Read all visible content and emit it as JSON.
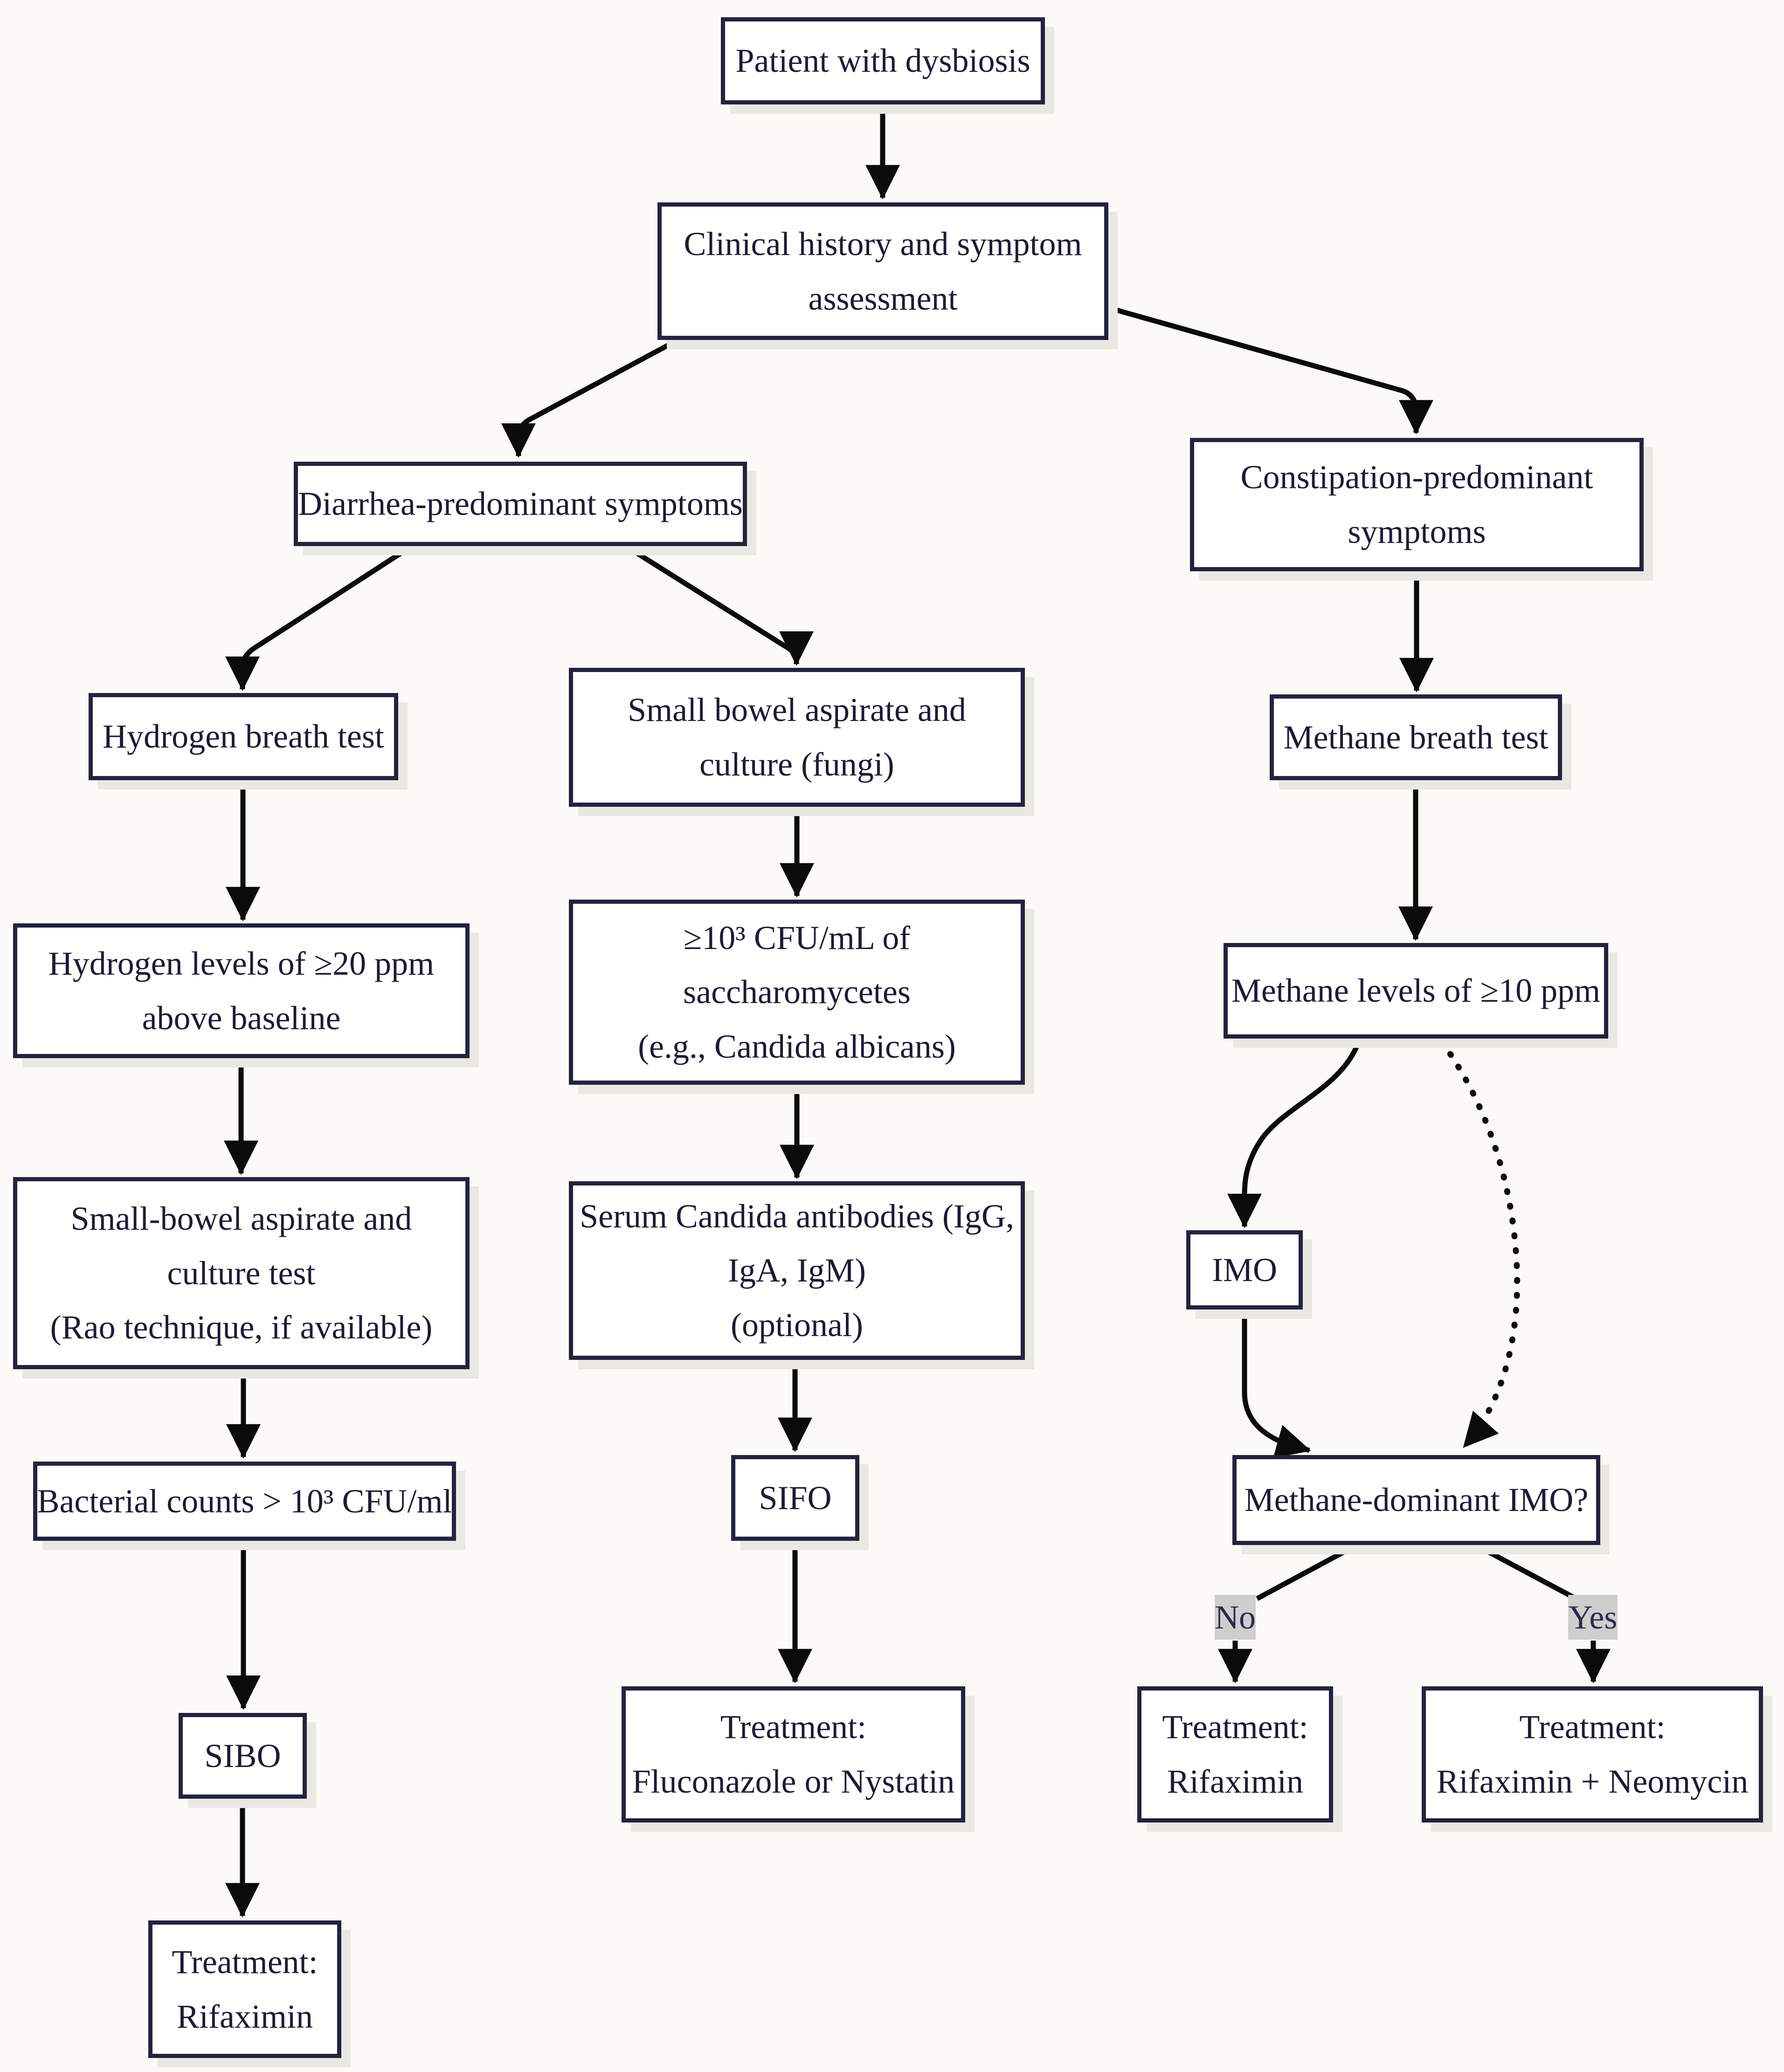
{
  "figure": {
    "background": "#fbfaf7",
    "box_border_color": "#23233f",
    "text_color": "#1b1b35",
    "arrow_color": "#0b0b0b",
    "branch_label_background": "#cecece"
  },
  "nodes": {
    "patient": {
      "lines": [
        "Patient with dysbiosis"
      ]
    },
    "clinical": {
      "lines": [
        "Clinical history and symptom",
        "assessment"
      ]
    },
    "diarrhea": {
      "lines": [
        "Diarrhea-predominant symptoms"
      ]
    },
    "constipation": {
      "lines": [
        "Constipation-predominant",
        "symptoms"
      ]
    },
    "hydrogen_test": {
      "lines": [
        "Hydrogen breath test"
      ]
    },
    "fungi": {
      "lines": [
        "Small bowel aspirate and",
        "culture (fungi)"
      ]
    },
    "methane_test": {
      "lines": [
        "Methane breath test"
      ]
    },
    "hydrogen_levels": {
      "lines": [
        "Hydrogen levels of ≥20 ppm",
        "above baseline"
      ]
    },
    "cfu": {
      "lines": [
        "≥10³ CFU/mL of",
        "saccharomycetes",
        "(e.g., Candida albicans)"
      ]
    },
    "methane_levels": {
      "lines": [
        "Methane levels of ≥10 ppm"
      ]
    },
    "rao": {
      "lines": [
        "Small-bowel aspirate and",
        "culture test",
        "(Rao technique, if available)"
      ]
    },
    "serum": {
      "lines": [
        "Serum Candida antibodies (IgG,",
        "IgA, IgM)",
        "(optional)"
      ]
    },
    "imo": {
      "lines": [
        "IMO"
      ]
    },
    "bacterial": {
      "lines": [
        "Bacterial counts > 10³ CFU/ml"
      ]
    },
    "sifo": {
      "lines": [
        "SIFO"
      ]
    },
    "question": {
      "lines": [
        "Methane-dominant IMO?"
      ]
    },
    "sibo": {
      "lines": [
        "SIBO"
      ]
    },
    "treat_fluco": {
      "lines": [
        "Treatment:",
        "Fluconazole or Nystatin"
      ]
    },
    "treat_rifax": {
      "lines": [
        "Treatment:",
        "Rifaximin"
      ]
    },
    "treat_rifax_neo": {
      "lines": [
        "Treatment:",
        "Rifaximin + Neomycin"
      ]
    },
    "treat_rifax_left": {
      "lines": [
        "Treatment:",
        "Rifaximin"
      ]
    }
  },
  "branch_labels": {
    "no": "No",
    "yes": "Yes"
  }
}
